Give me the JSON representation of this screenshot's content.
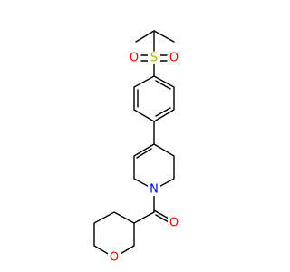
{
  "molecule": {
    "atoms": {
      "sulfur": {
        "label": "S",
        "color": "#b2b200"
      },
      "sulfonyl_oxygen_left": {
        "label": "O",
        "color": "#ff0000"
      },
      "sulfonyl_oxygen_right": {
        "label": "O",
        "color": "#ff0000"
      },
      "amide_nitrogen": {
        "label": "N",
        "color": "#0000ff"
      },
      "carbonyl_oxygen": {
        "label": "O",
        "color": "#ff0000"
      },
      "ring_oxygen": {
        "label": "O",
        "color": "#ff0000"
      }
    },
    "bond_color": "#000000"
  }
}
